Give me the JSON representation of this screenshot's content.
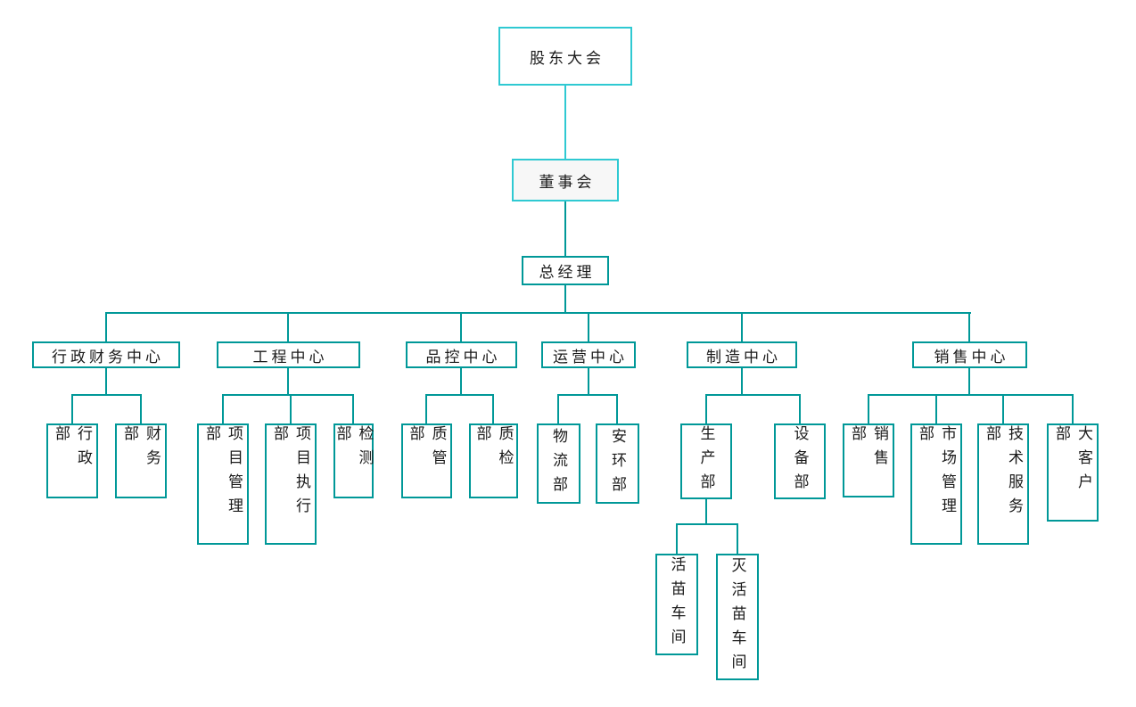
{
  "diagram": {
    "type": "org-chart",
    "colors": {
      "background": "#ffffff",
      "top_box_border": "#2fc9d2",
      "box_border": "#009898",
      "line": "#009898",
      "board_fill": "#f7f7f7",
      "box_fill": "#ffffff",
      "text": "#1a1a1a"
    },
    "nodes": [
      {
        "id": "shareholders-meeting",
        "label": "股东大会",
        "level": 1,
        "parent": null,
        "vertical": false
      },
      {
        "id": "board-of-directors",
        "label": "董事会",
        "level": 2,
        "parent": "shareholders-meeting",
        "vertical": false
      },
      {
        "id": "general-manager",
        "label": "总经理",
        "level": 3,
        "parent": "board-of-directors",
        "vertical": false
      },
      {
        "id": "admin-finance-center",
        "label": "行政财务中心",
        "level": 4,
        "parent": "general-manager",
        "vertical": false
      },
      {
        "id": "engineering-center",
        "label": "工程中心",
        "level": 4,
        "parent": "general-manager",
        "vertical": false
      },
      {
        "id": "quality-control-center",
        "label": "品控中心",
        "level": 4,
        "parent": "general-manager",
        "vertical": false
      },
      {
        "id": "operations-center",
        "label": "运营中心",
        "level": 4,
        "parent": "general-manager",
        "vertical": false
      },
      {
        "id": "manufacturing-center",
        "label": "制造中心",
        "level": 4,
        "parent": "general-manager",
        "vertical": false
      },
      {
        "id": "sales-center",
        "label": "销售中心",
        "level": 4,
        "parent": "general-manager",
        "vertical": false
      },
      {
        "id": "admin-dept",
        "label": "行政部",
        "level": 5,
        "parent": "admin-finance-center",
        "vertical": true
      },
      {
        "id": "finance-dept",
        "label": "财务部",
        "level": 5,
        "parent": "admin-finance-center",
        "vertical": true
      },
      {
        "id": "project-management-dept",
        "label": "项目管理部",
        "level": 5,
        "parent": "engineering-center",
        "vertical": true
      },
      {
        "id": "project-execution-dept",
        "label": "项目执行部",
        "level": 5,
        "parent": "engineering-center",
        "vertical": true
      },
      {
        "id": "testing-dept",
        "label": "检测部",
        "level": 5,
        "parent": "engineering-center",
        "vertical": true
      },
      {
        "id": "quality-management-dept",
        "label": "质管部",
        "level": 5,
        "parent": "quality-control-center",
        "vertical": true
      },
      {
        "id": "quality-inspection-dept",
        "label": "质检部",
        "level": 5,
        "parent": "quality-control-center",
        "vertical": true
      },
      {
        "id": "logistics-dept",
        "label": "物流部",
        "level": 5,
        "parent": "operations-center",
        "vertical": true
      },
      {
        "id": "safety-environment-dept",
        "label": "安环部",
        "level": 5,
        "parent": "operations-center",
        "vertical": true
      },
      {
        "id": "production-dept",
        "label": "生产部",
        "level": 5,
        "parent": "manufacturing-center",
        "vertical": true
      },
      {
        "id": "equipment-dept",
        "label": "设备部",
        "level": 5,
        "parent": "manufacturing-center",
        "vertical": true
      },
      {
        "id": "sales-dept",
        "label": "销售部",
        "level": 5,
        "parent": "sales-center",
        "vertical": true
      },
      {
        "id": "market-management-dept",
        "label": "市场管理部",
        "level": 5,
        "parent": "sales-center",
        "vertical": true
      },
      {
        "id": "technical-service-dept",
        "label": "技术服务部",
        "level": 5,
        "parent": "sales-center",
        "vertical": true
      },
      {
        "id": "key-account-dept",
        "label": "大客户部",
        "level": 5,
        "parent": "sales-center",
        "vertical": true
      },
      {
        "id": "live-vaccine-workshop",
        "label": "活苗车间",
        "level": 6,
        "parent": "production-dept",
        "vertical": true
      },
      {
        "id": "inactivated-vaccine-workshop",
        "label": "灭活苗车间",
        "level": 6,
        "parent": "production-dept",
        "vertical": true
      }
    ]
  }
}
